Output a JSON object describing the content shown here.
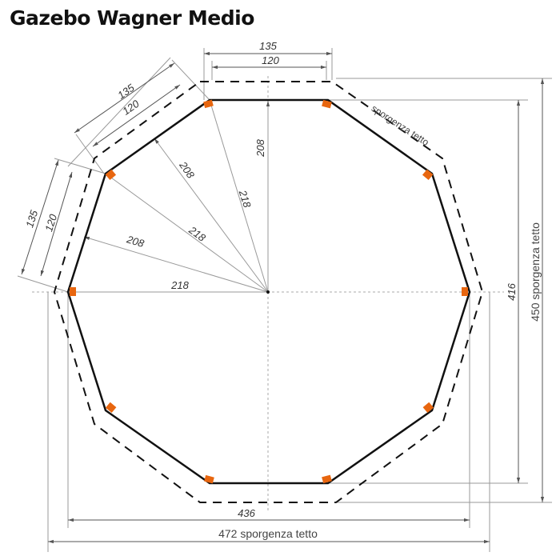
{
  "title": "Gazebo Wagner Medio",
  "labels": {
    "top_outer": "135",
    "top_inner": "120",
    "diag_outer": "135",
    "diag_inner": "120",
    "left_outer": "135",
    "left_inner": "120",
    "radius_vertical_208": "208",
    "radius_diag_208": "208",
    "radius_left_208": "208",
    "radius_diag_218": "218",
    "radius_left_218": "218",
    "radius_horizontal_218": "218",
    "roof_overhang": "sporgenza tetto",
    "height_416": "416",
    "height_450": "450 sporgenza tetto",
    "width_436": "436",
    "width_472": "472 sporgenza tetto"
  },
  "colors": {
    "post": "#e8660f",
    "outline": "#111111",
    "dim": "#888888"
  }
}
